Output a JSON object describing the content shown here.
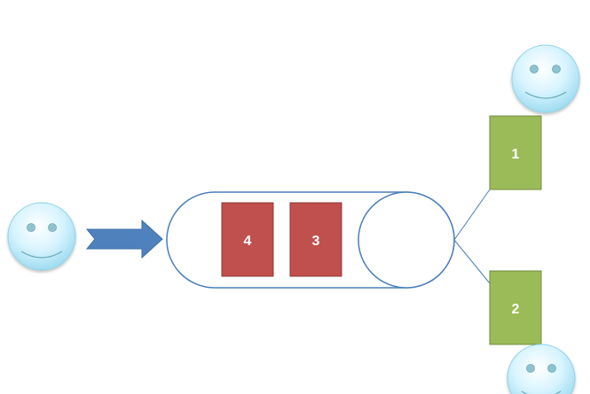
{
  "diagram": {
    "queue_items": [
      {
        "label": "4",
        "color": "#c0504d"
      },
      {
        "label": "3",
        "color": "#c0504d"
      }
    ],
    "served_items": [
      {
        "label": "1",
        "color": "#9bbb59"
      },
      {
        "label": "2",
        "color": "#9bbb59"
      }
    ],
    "actors": [
      {
        "icon": "smiley-face-icon",
        "role": "arriving"
      },
      {
        "icon": "smiley-face-icon",
        "role": "served-top"
      },
      {
        "icon": "smiley-face-icon",
        "role": "served-bottom"
      }
    ],
    "colors": {
      "queue_outline": "#4a7ebb",
      "arrow_fill": "#4f81bd",
      "face_fill": "#c6efff",
      "face_stroke": "#8fd3ea"
    }
  }
}
